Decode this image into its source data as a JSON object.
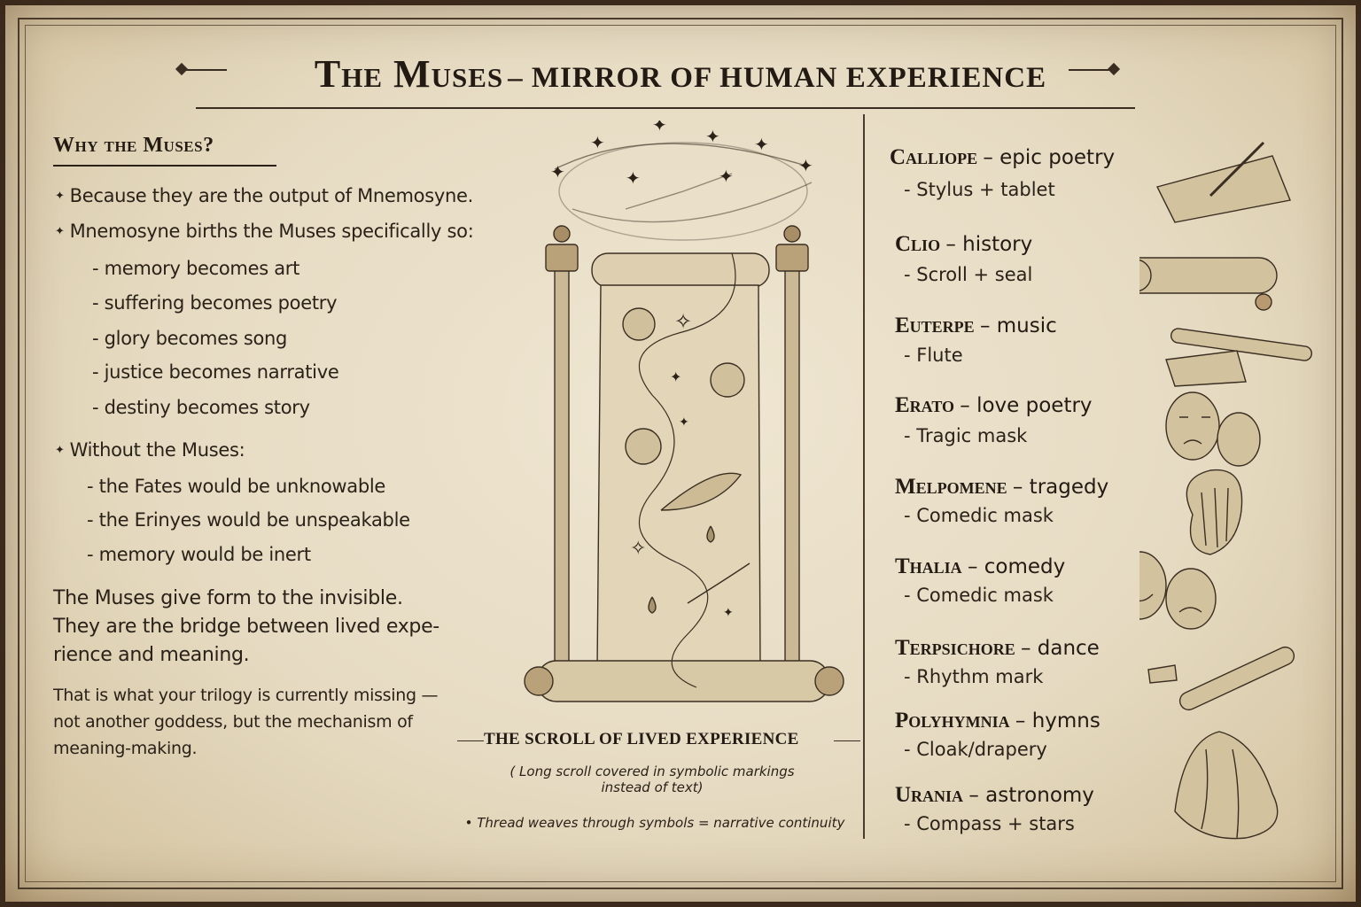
{
  "title": {
    "main": "The Muses",
    "sub": "mirror of human experience"
  },
  "why": {
    "heading": "Why the Muses?",
    "bullets": [
      "Because they are the output of Mnemosyne.",
      "Mnemosyne births the Muses specifically so:"
    ],
    "sub_items": [
      "- memory becomes art",
      "- suffering becomes poetry",
      "- glory becomes song",
      "- justice becomes narrative",
      "- destiny becomes story"
    ],
    "without_heading": "Without the Muses:",
    "without_items": [
      "- the Fates would be unknowable",
      "- the Erinyes would be unspeakable",
      "- memory would be inert"
    ],
    "para1": [
      "The Muses give form to the invisible.",
      "They are the bridge between lived expe-",
      "rience and meaning."
    ],
    "para2": [
      "That is what your trilogy is currently missing —",
      "not another goddess, but the mechanism of",
      "meaning-making."
    ]
  },
  "scroll": {
    "caption_title": "The Scroll of Lived Experience",
    "caption_sub": [
      "( Long scroll covered in symbolic markings",
      "instead of text)"
    ],
    "note": "Thread weaves through symbols = narrative continuity"
  },
  "muses": [
    {
      "name": "Calliope",
      "domain": "epic poetry",
      "attribute": "- Stylus + tablet",
      "icon": "stylus-tablet-icon"
    },
    {
      "name": "Clio",
      "domain": "history",
      "attribute": "- Scroll + seal",
      "icon": "scroll-seal-icon"
    },
    {
      "name": "Euterpe",
      "domain": "music",
      "attribute": "- Flute",
      "icon": "flute-icon"
    },
    {
      "name": "Erato",
      "domain": "love poetry",
      "attribute": "- Tragic mask",
      "icon": "tragic-mask-icon"
    },
    {
      "name": "Melpomene",
      "domain": "tragedy",
      "attribute": "- Comedic mask",
      "icon": "lyre-icon"
    },
    {
      "name": "Thalia",
      "domain": "comedy",
      "attribute": "- Comedic mask",
      "icon": "masks-icon"
    },
    {
      "name": "Terpsichore",
      "domain": "dance",
      "attribute": "- Rhythm mark",
      "icon": "rhythm-icon"
    },
    {
      "name": "Polyhymnia",
      "domain": "hymns",
      "attribute": "- Cloak/drapery",
      "icon": "drapery-icon"
    },
    {
      "name": "Urania",
      "domain": "astronomy",
      "attribute": "- Compass + stars",
      "icon": "compass-stars-icon"
    }
  ],
  "colors": {
    "parchment": "#e9dfc8",
    "ink": "#2a2118",
    "frame": "#3b2a1c"
  }
}
